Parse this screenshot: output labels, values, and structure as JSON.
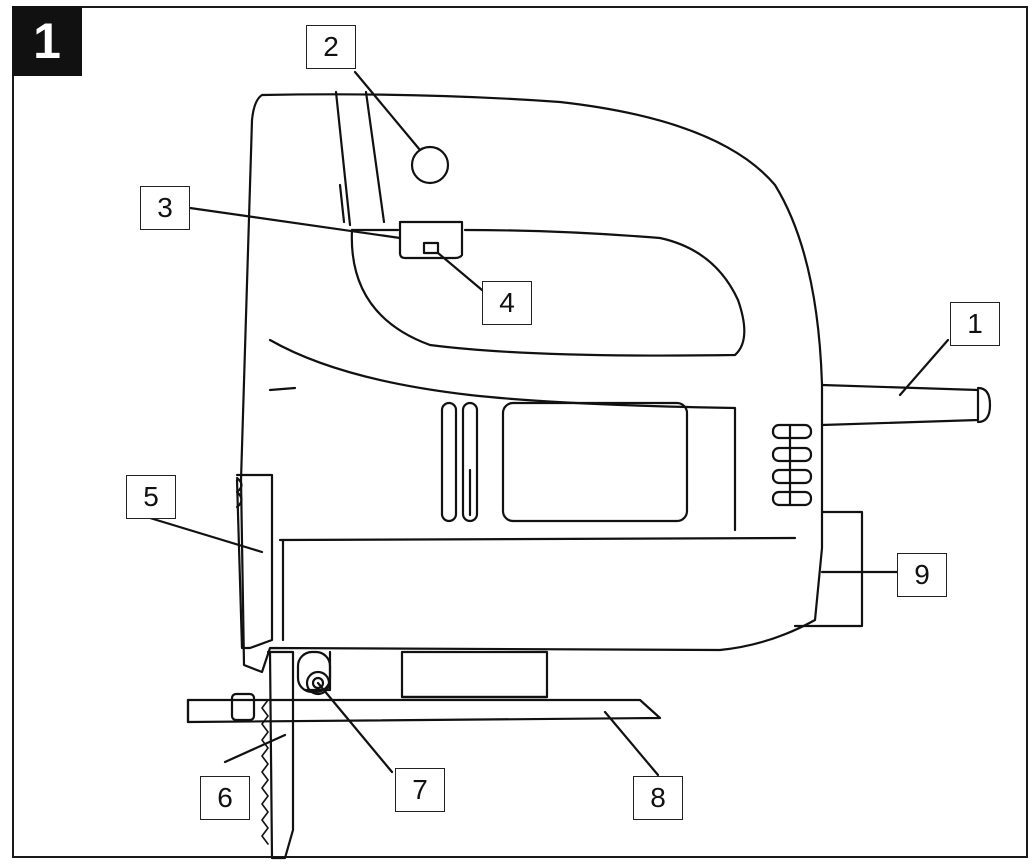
{
  "figure": {
    "number": "1"
  },
  "callouts": [
    {
      "id": "c1",
      "label": "1"
    },
    {
      "id": "c2",
      "label": "2"
    },
    {
      "id": "c3",
      "label": "3"
    },
    {
      "id": "c4",
      "label": "4"
    },
    {
      "id": "c5",
      "label": "5"
    },
    {
      "id": "c6",
      "label": "6"
    },
    {
      "id": "c7",
      "label": "7"
    },
    {
      "id": "c8",
      "label": "8"
    },
    {
      "id": "c9",
      "label": "9"
    }
  ],
  "colors": {
    "ink": "#111111",
    "background": "#ffffff"
  }
}
